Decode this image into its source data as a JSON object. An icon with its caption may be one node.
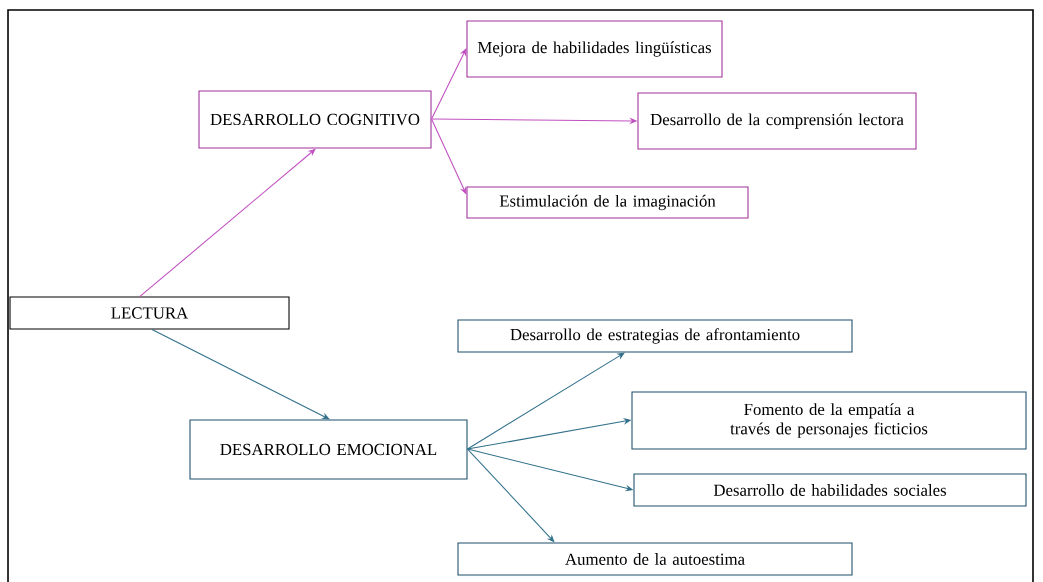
{
  "diagram": {
    "nodes": [
      {
        "text": [
          "LECTURA"
        ]
      },
      {
        "text": [
          "DESARROLLO COGNITIVO"
        ]
      },
      {
        "text": [
          "Mejora de habilidades lingüísticas"
        ]
      },
      {
        "text": [
          "Desarrollo de la comprensión lectora"
        ]
      },
      {
        "text": [
          "Estimulación de la imaginación"
        ]
      },
      {
        "text": [
          "DESARROLLO EMOCIONAL"
        ]
      },
      {
        "text": [
          "Desarrollo de estrategias de afrontamiento"
        ]
      },
      {
        "text": [
          "Fomento de la empatía a través de personajes ficticios"
        ]
      },
      {
        "text": [
          "Desarrollo de habilidades sociales"
        ]
      },
      {
        "text": [
          "Aumento de la autoestima"
        ]
      }
    ],
    "edges": [
      {
        "from": 0,
        "to": 1,
        "arrow": "to",
        "color": "#c050c0"
      },
      {
        "from": 1,
        "to": 2,
        "arrow": "to",
        "color": "#c050c0"
      },
      {
        "from": 1,
        "to": 3,
        "arrow": "to",
        "color": "#c050c0"
      },
      {
        "from": 1,
        "to": 4,
        "arrow": "to",
        "color": "#c050c0"
      },
      {
        "from": 0,
        "to": 5,
        "arrow": "to",
        "color": "#31708a"
      },
      {
        "from": 5,
        "to": 6,
        "arrow": "to",
        "color": "#31708a"
      },
      {
        "from": 5,
        "to": 7,
        "arrow": "to",
        "color": "#31708a"
      },
      {
        "from": 5,
        "to": 8,
        "arrow": "to",
        "color": "#31708a"
      },
      {
        "from": 5,
        "to": 9,
        "arrow": "to",
        "color": "#31708a"
      }
    ]
  }
}
